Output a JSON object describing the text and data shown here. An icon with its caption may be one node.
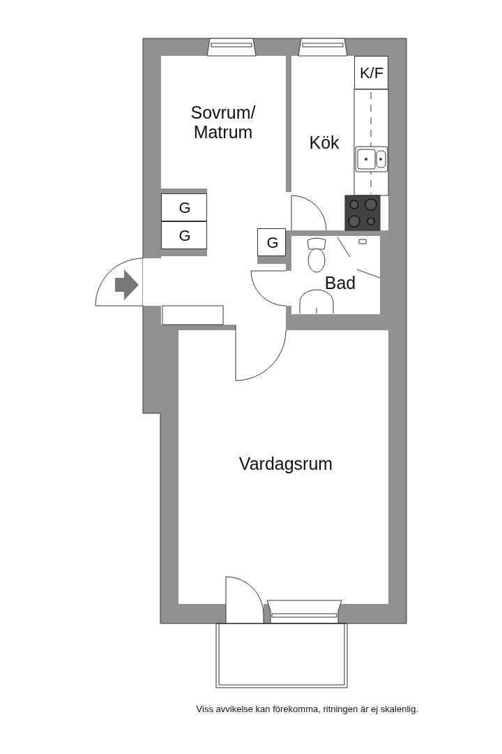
{
  "diagram": {
    "caption": "Viss avvikelse kan förekomma, ritningen är ej skalenlig.",
    "nodes": [
      {
        "text": [
          "Sovrum/ Matrum"
        ]
      },
      {
        "text": [
          "Kök"
        ]
      },
      {
        "text": [
          "K/F"
        ],
        "in": 1
      },
      {
        "text": [
          "G"
        ]
      },
      {
        "text": [
          "G"
        ]
      },
      {
        "text": [
          "G"
        ]
      },
      {
        "text": [
          "Bad"
        ]
      },
      {
        "text": [
          "Vardagsrum"
        ]
      }
    ]
  }
}
